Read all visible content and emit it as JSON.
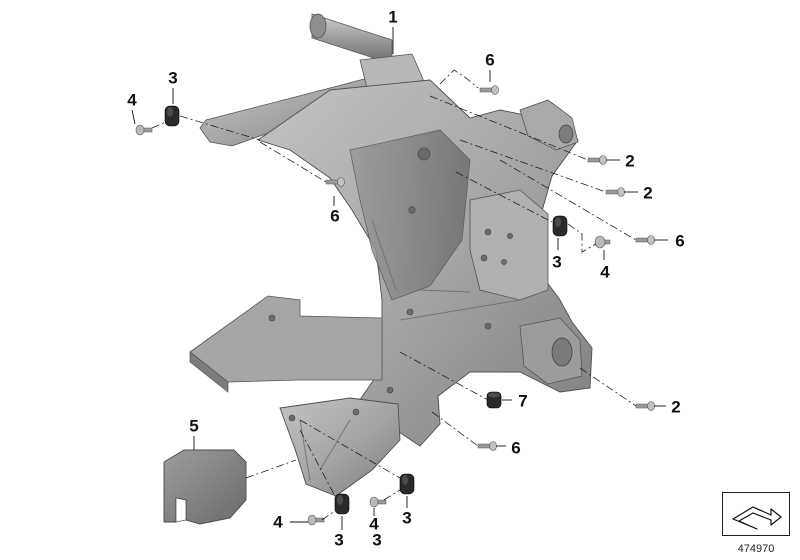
{
  "diagram": {
    "diagram_number": "474970",
    "callouts": [
      {
        "id": "c1",
        "label": "1"
      },
      {
        "id": "c3a",
        "label": "3"
      },
      {
        "id": "c4a",
        "label": "4"
      },
      {
        "id": "c6a",
        "label": "6"
      },
      {
        "id": "c6b",
        "label": "6"
      },
      {
        "id": "c2a",
        "label": "2"
      },
      {
        "id": "c2b",
        "label": "2"
      },
      {
        "id": "c6c",
        "label": "6"
      },
      {
        "id": "c3b",
        "label": "3"
      },
      {
        "id": "c4b",
        "label": "4"
      },
      {
        "id": "c7",
        "label": "7"
      },
      {
        "id": "c2c",
        "label": "2"
      },
      {
        "id": "c6d",
        "label": "6"
      },
      {
        "id": "c5",
        "label": "5"
      },
      {
        "id": "c4c",
        "label": "4"
      },
      {
        "id": "c3c",
        "label": "3"
      },
      {
        "id": "c4d",
        "label": "4"
      },
      {
        "id": "c3d",
        "label": "3"
      },
      {
        "id": "c3e",
        "label": "3"
      }
    ]
  }
}
